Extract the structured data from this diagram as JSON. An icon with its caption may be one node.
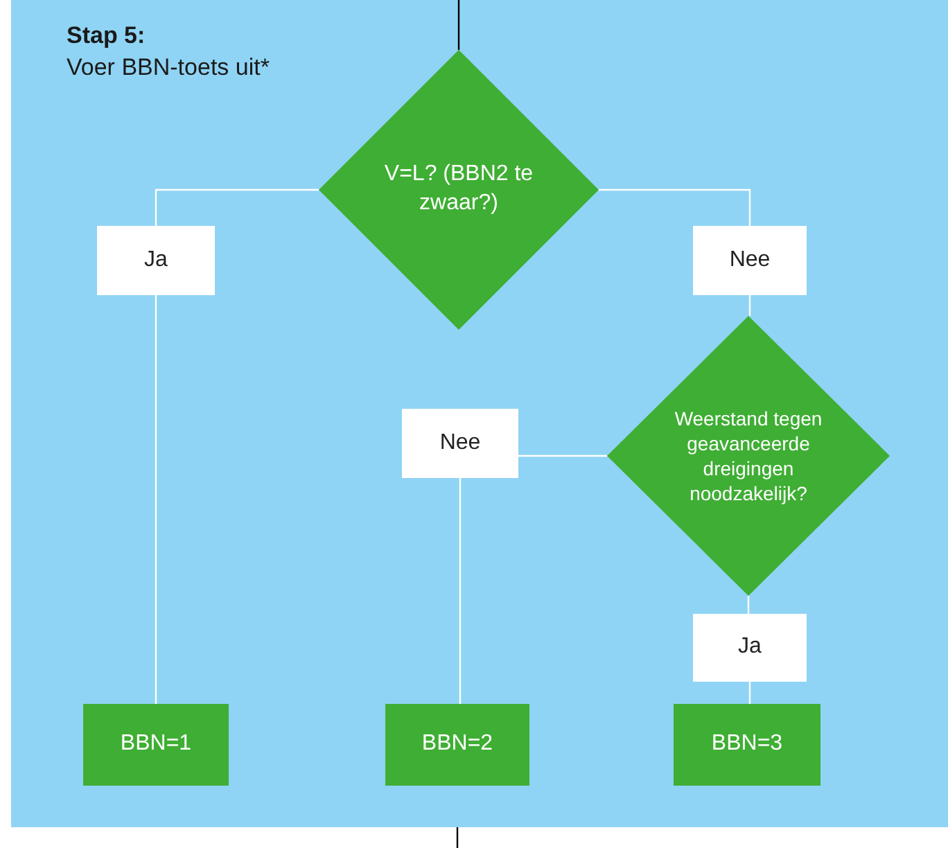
{
  "diagram": {
    "title": "Stap 5:",
    "nodes": [
      {
        "text": [
          "V=L? (BBN2 te zwaar?)"
        ]
      },
      {
        "text": [
          "Ja"
        ]
      },
      {
        "text": [
          "Nee"
        ]
      },
      {
        "text": [
          "Weerstand tegen geavanceerde dreigingen noodzakelijk?"
        ]
      },
      {
        "text": [
          "Nee"
        ]
      },
      {
        "text": [
          "Ja"
        ]
      },
      {
        "text": [
          "BBN=1"
        ]
      },
      {
        "text": [
          "BBN=2"
        ]
      },
      {
        "text": [
          "BBN=3"
        ]
      }
    ],
    "edges": [
      {
        "from": null,
        "to": 0,
        "arrow": "none",
        "color": "#000000"
      },
      {
        "from": 0,
        "to": 1,
        "arrow": "none"
      },
      {
        "from": 1,
        "to": 6,
        "arrow": "none"
      },
      {
        "from": 0,
        "to": 2,
        "arrow": "none"
      },
      {
        "from": 2,
        "to": 3,
        "arrow": "none"
      },
      {
        "from": 3,
        "to": 4,
        "arrow": "none"
      },
      {
        "from": 4,
        "to": 7,
        "arrow": "none"
      },
      {
        "from": 3,
        "to": 5,
        "arrow": "none"
      },
      {
        "from": 5,
        "to": 8,
        "arrow": "none"
      }
    ],
    "labels": [
      "Voer BBN-toets uit*"
    ]
  }
}
